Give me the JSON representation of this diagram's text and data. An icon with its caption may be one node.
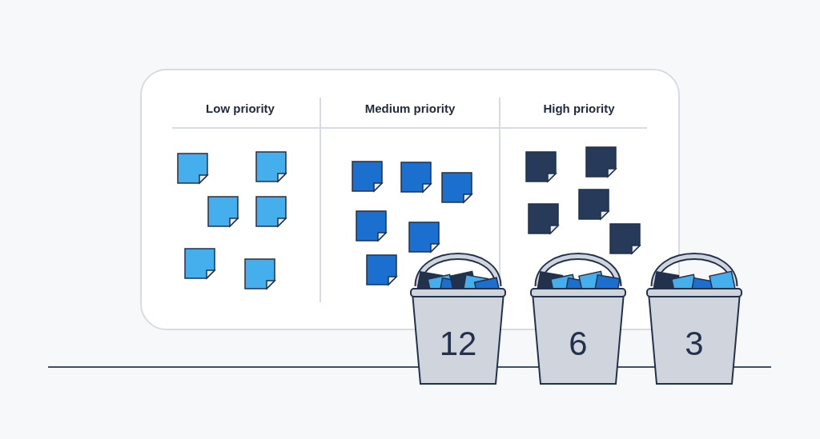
{
  "diagram": {
    "nodes": [
      {
        "text": [
          "12"
        ]
      },
      {
        "text": [
          "6"
        ]
      },
      {
        "text": [
          "3"
        ]
      }
    ],
    "labels": [
      "Low priority",
      "Medium priority",
      "High priority"
    ]
  }
}
